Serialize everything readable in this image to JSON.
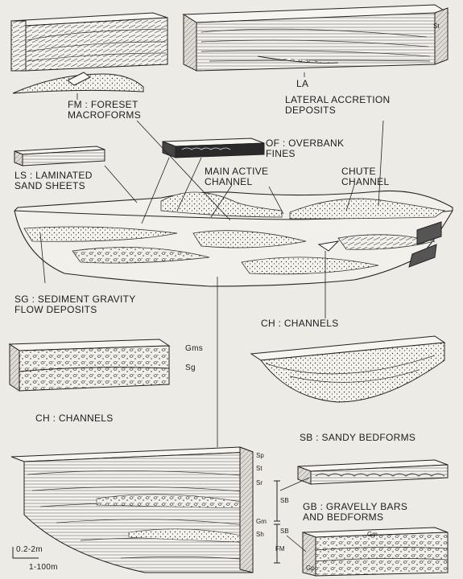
{
  "labels": {
    "fm": "FM : FORESET\nMACROFORMS",
    "la": "LA",
    "la_title": "LATERAL ACCRETION\nDEPOSITS",
    "of": "OF : OVERBANK\nFINES",
    "ls": "LS : LAMINATED\nSAND SHEETS",
    "main_channel": "MAIN ACTIVE\nCHANNEL",
    "chute": "CHUTE\nCHANNEL",
    "sg": "SG : SEDIMENT GRAVITY\nFLOW DEPOSITS",
    "ch_right": "CH : CHANNELS",
    "ch_left": "CH : CHANNELS",
    "sb": "SB : SANDY BEDFORMS",
    "gb": "GB : GRAVELLY BARS\nAND BEDFORMS"
  },
  "codes": {
    "st_la": "St",
    "gms": "Gms",
    "sg": "Sg",
    "sp": "Sp",
    "st": "St",
    "sr": "Sr",
    "sb1": "SB",
    "gm_left": "Gm",
    "sh": "Sh",
    "sb2": "SB",
    "fm": "FM",
    "gm_block": "Gm",
    "gp": "Gp"
  },
  "scale": {
    "vertical": "0.2-2m",
    "horizontal": "1-100m"
  }
}
